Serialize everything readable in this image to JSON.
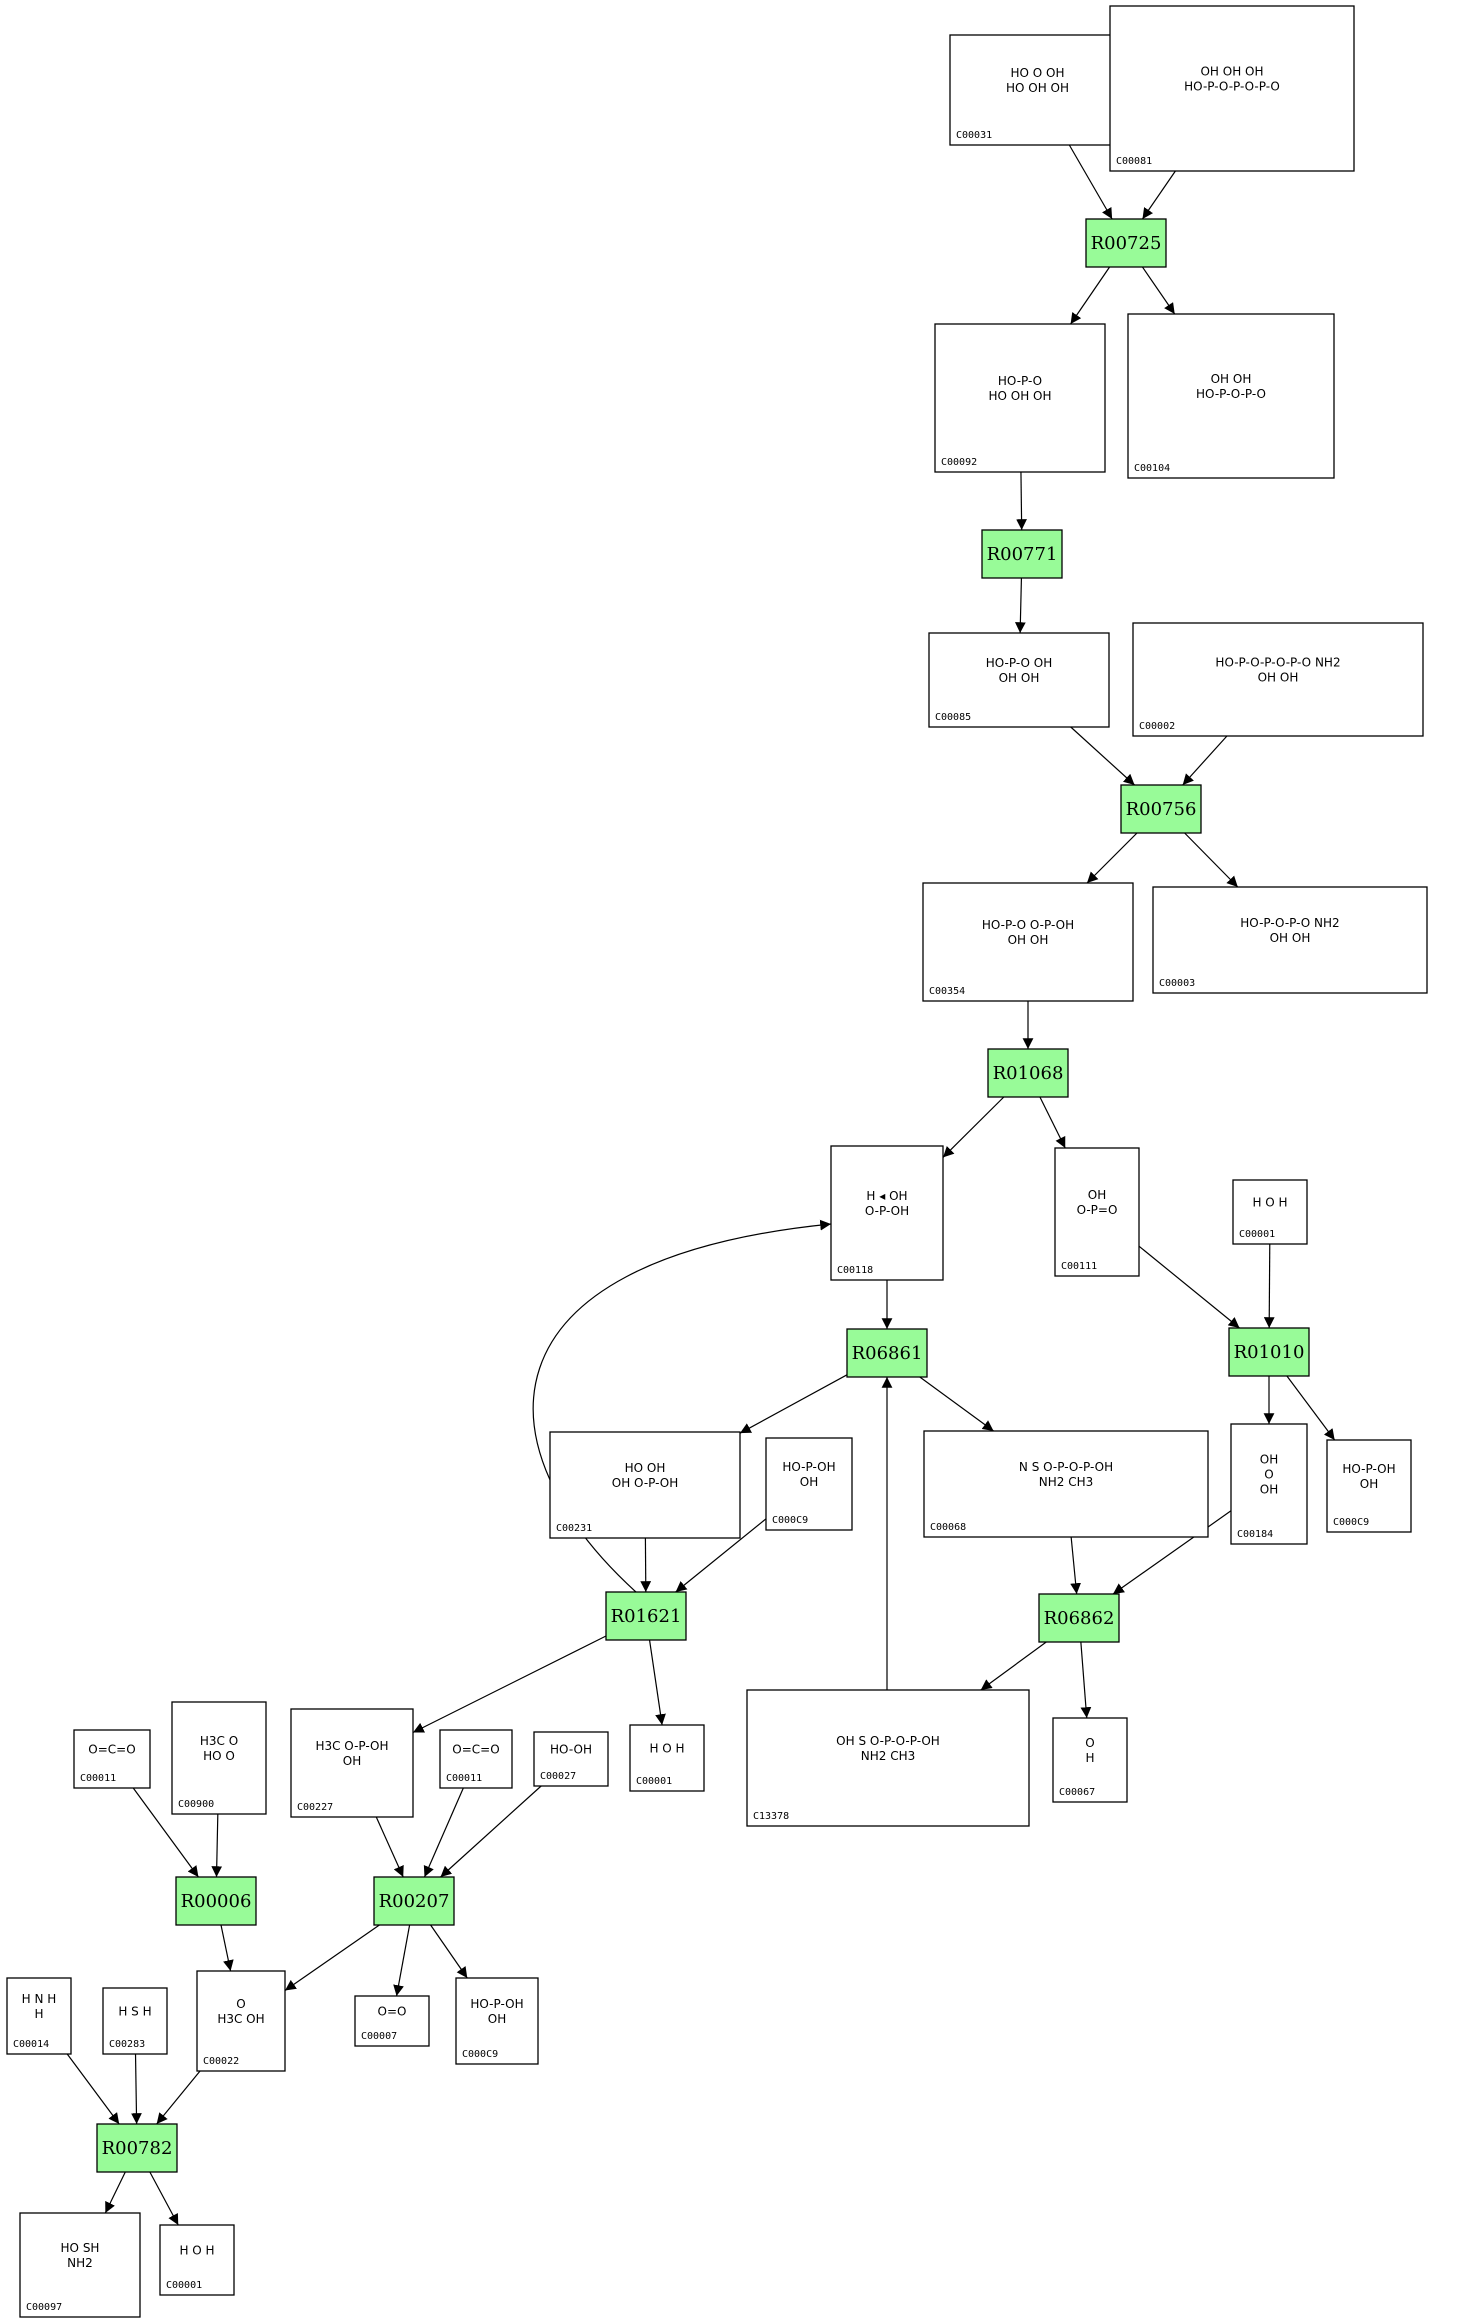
{
  "colors": {
    "reaction_fill": "#98fb98",
    "stroke": "#000000",
    "background": "#ffffff"
  },
  "compounds": [
    {
      "id": "c1",
      "label": "C00031",
      "text": "HO  O  OH\nHO  OH  OH"
    },
    {
      "id": "c2",
      "label": "C00081",
      "text": "OH OH OH\nHO-P-O-P-O-P-O"
    },
    {
      "id": "c3",
      "label": "C00092",
      "text": "HO-P-O\nHO  OH  OH"
    },
    {
      "id": "c4",
      "label": "C00104",
      "text": "OH OH\nHO-P-O-P-O"
    },
    {
      "id": "c5",
      "label": "C00085",
      "text": "HO-P-O  OH\nOH  OH"
    },
    {
      "id": "c6",
      "label": "C00002",
      "text": "HO-P-O-P-O-P-O  NH2\nOH  OH"
    },
    {
      "id": "c7",
      "label": "C00354",
      "text": "HO-P-O  O-P-OH\nOH  OH"
    },
    {
      "id": "c8",
      "label": "C00003",
      "text": "HO-P-O-P-O  NH2\nOH  OH"
    },
    {
      "id": "c9",
      "label": "C00118",
      "text": "H ◂ OH\nO-P-OH"
    },
    {
      "id": "c10",
      "label": "C00111",
      "text": "OH\nO-P=O"
    },
    {
      "id": "c11",
      "label": "C00001",
      "text": "H O H"
    },
    {
      "id": "c12",
      "label": "C00231",
      "text": "HO  OH\nOH  O-P-OH"
    },
    {
      "id": "c13",
      "label": "C000C9",
      "text": "HO-P-OH\nOH"
    },
    {
      "id": "c14",
      "label": "C00068",
      "text": "N  S  O-P-O-P-OH\nNH2 CH3"
    },
    {
      "id": "c15",
      "label": "C00184",
      "text": "OH\nO\nOH"
    },
    {
      "id": "c16",
      "label": "C000C9",
      "text": "HO-P-OH\nOH"
    },
    {
      "id": "c17",
      "label": "C00011",
      "text": "O=C=O"
    },
    {
      "id": "c18",
      "label": "C00900",
      "text": "H3C  O\nHO  O"
    },
    {
      "id": "c19",
      "label": "C00227",
      "text": "H3C  O-P-OH\nOH"
    },
    {
      "id": "c20",
      "label": "C00011",
      "text": "O=C=O"
    },
    {
      "id": "c21",
      "label": "C00027",
      "text": "HO-OH"
    },
    {
      "id": "c22",
      "label": "C00001",
      "text": "H O H"
    },
    {
      "id": "c23",
      "label": "C13378",
      "text": "OH  S  O-P-O-P-OH\nNH2  CH3"
    },
    {
      "id": "c24",
      "label": "C00067",
      "text": "O\nH"
    },
    {
      "id": "c25",
      "label": "C00014",
      "text": "H N H\nH"
    },
    {
      "id": "c26",
      "label": "C00283",
      "text": "H S H"
    },
    {
      "id": "c27",
      "label": "C00022",
      "text": "O\nH3C  OH"
    },
    {
      "id": "c28",
      "label": "C00007",
      "text": "O=O"
    },
    {
      "id": "c29",
      "label": "C000C9",
      "text": "HO-P-OH\nOH"
    },
    {
      "id": "c30",
      "label": "C00097",
      "text": "HO  SH\nNH2"
    },
    {
      "id": "c31",
      "label": "C00001",
      "text": "H O H"
    }
  ],
  "reactions": [
    {
      "id": "r1",
      "label": "R00725"
    },
    {
      "id": "r2",
      "label": "R00771"
    },
    {
      "id": "r3",
      "label": "R00756"
    },
    {
      "id": "r4",
      "label": "R01068"
    },
    {
      "id": "r5",
      "label": "R06861"
    },
    {
      "id": "r6",
      "label": "R01010"
    },
    {
      "id": "r7",
      "label": "R01621"
    },
    {
      "id": "r8",
      "label": "R06862"
    },
    {
      "id": "r9",
      "label": "R00006"
    },
    {
      "id": "r10",
      "label": "R00207"
    },
    {
      "id": "r11",
      "label": "R00782"
    }
  ],
  "edges": [
    {
      "from": "c1",
      "to": "r1"
    },
    {
      "from": "c2",
      "to": "r1"
    },
    {
      "from": "r1",
      "to": "c3"
    },
    {
      "from": "r1",
      "to": "c4"
    },
    {
      "from": "c3",
      "to": "r2"
    },
    {
      "from": "r2",
      "to": "c5"
    },
    {
      "from": "c5",
      "to": "r3"
    },
    {
      "from": "c6",
      "to": "r3"
    },
    {
      "from": "r3",
      "to": "c7"
    },
    {
      "from": "r3",
      "to": "c8"
    },
    {
      "from": "c7",
      "to": "r4"
    },
    {
      "from": "r4",
      "to": "c9"
    },
    {
      "from": "r4",
      "to": "c10"
    },
    {
      "from": "c9",
      "to": "r5"
    },
    {
      "from": "c10",
      "to": "r6"
    },
    {
      "from": "c11",
      "to": "r6"
    },
    {
      "from": "r5",
      "to": "c12"
    },
    {
      "from": "r5",
      "to": "c14"
    },
    {
      "from": "r6",
      "to": "c15"
    },
    {
      "from": "r6",
      "to": "c16"
    },
    {
      "from": "c12",
      "to": "r7"
    },
    {
      "from": "c13",
      "to": "r7"
    },
    {
      "from": "r7",
      "to": "c9"
    },
    {
      "from": "c14",
      "to": "r8"
    },
    {
      "from": "c15",
      "to": "r8"
    },
    {
      "from": "r7",
      "to": "c19"
    },
    {
      "from": "r7",
      "to": "c22"
    },
    {
      "from": "r8",
      "to": "c23"
    },
    {
      "from": "r8",
      "to": "c24"
    },
    {
      "from": "c23",
      "to": "r5"
    },
    {
      "from": "c17",
      "to": "r9"
    },
    {
      "from": "c18",
      "to": "r9"
    },
    {
      "from": "c19",
      "to": "r10"
    },
    {
      "from": "c20",
      "to": "r10"
    },
    {
      "from": "c21",
      "to": "r10"
    },
    {
      "from": "r9",
      "to": "c27"
    },
    {
      "from": "r10",
      "to": "c27"
    },
    {
      "from": "r10",
      "to": "c28"
    },
    {
      "from": "r10",
      "to": "c29"
    },
    {
      "from": "c25",
      "to": "r11"
    },
    {
      "from": "c26",
      "to": "r11"
    },
    {
      "from": "c27",
      "to": "r11"
    },
    {
      "from": "r11",
      "to": "c30"
    },
    {
      "from": "r11",
      "to": "c31"
    }
  ]
}
